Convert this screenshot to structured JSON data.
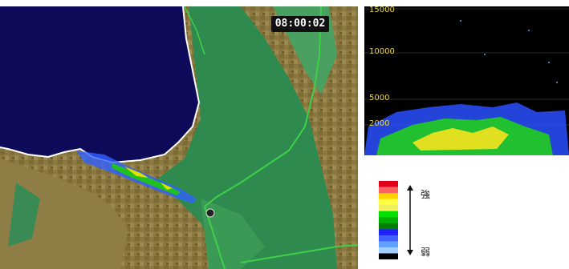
{
  "map": {
    "timestamp": "08:00:02",
    "colors": {
      "sea": "#0e0a5a",
      "coast": "#ffffff",
      "road": "#3fd04a",
      "land": "#8a7840",
      "lowland": "#2e8a4e"
    }
  },
  "profile": {
    "ticks": [
      {
        "value": "15000"
      },
      {
        "value": "10000"
      },
      {
        "value": "5000"
      },
      {
        "value": "2000"
      }
    ]
  },
  "legend": {
    "strong_label": "強",
    "weak_label": "弱",
    "scale_colors": [
      "#e0001c",
      "#ff6060",
      "#ffd400",
      "#ffff40",
      "#f0f060",
      "#00e000",
      "#00b000",
      "#008000",
      "#2020ff",
      "#4060ff",
      "#60a0ff",
      "#a0d0ff",
      "#000000"
    ]
  }
}
